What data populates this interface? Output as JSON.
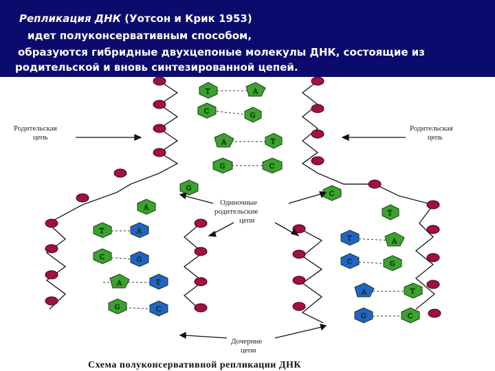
{
  "header": {
    "title_italic": "Репликация ДНК",
    "title_rest": " (Уотсон и Крик 1953)",
    "line2": "идет  полуконсервативным способом,",
    "line3": "образуются гибридные двухцепоные молекулы ДНК, состоящие из",
    "line4": "родительской и вновь синтезированной цепей."
  },
  "labels": {
    "parent_left_1": "Родительская",
    "parent_left_2": "цепь",
    "parent_right_1": "Родительская",
    "parent_right_2": "цепь",
    "single_1": "Одиночные",
    "single_2": "родительские",
    "single_3": "цепи",
    "daughter_1": "Дочерние",
    "daughter_2": "цепи",
    "caption": "Схема полуконсервативной репликации ДНК"
  },
  "bases": {
    "top_pairs": [
      [
        "T",
        "A"
      ],
      [
        "C",
        "G"
      ],
      [
        "A",
        "T"
      ],
      [
        "G",
        "C"
      ]
    ],
    "fork_left": [
      "G",
      "A"
    ],
    "fork_right": [
      "C",
      "T"
    ],
    "left_pairs": [
      [
        "T",
        "A"
      ],
      [
        "C",
        "G"
      ],
      [
        "A",
        "T"
      ],
      [
        "G",
        "C"
      ]
    ],
    "right_pairs": [
      [
        "T",
        "A"
      ],
      [
        "C",
        "G"
      ],
      [
        "A",
        "T"
      ],
      [
        "G",
        "C"
      ]
    ]
  },
  "colors": {
    "header_bg": "#0b0b6e",
    "parent_base": "#3aa32c",
    "new_base": "#1f64c8",
    "phosphate": "#a01040"
  }
}
